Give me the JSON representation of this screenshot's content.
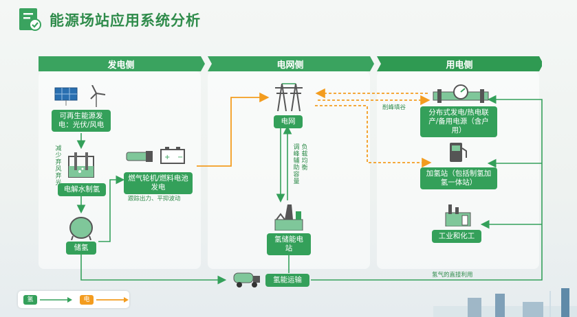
{
  "title": "能源场站应用系统分析",
  "columns": {
    "generation": "发电侧",
    "grid": "电网侧",
    "consumption": "用电侧"
  },
  "nodes": {
    "renewable": "可再生能源发电：光伏/风电",
    "electrolysis": "电解水制氢",
    "storage": "储氢",
    "turbine": "燃气轮机/燃料电池发电",
    "grid": "电网",
    "h2_power_station": "氢储能电站",
    "distributed": "分布式发电/热电联产/备用电源（含户用）",
    "refuel": "加氢站（包括制氢加氢一体站）",
    "industry": "工业和化工",
    "transport": "氢能运输"
  },
  "notes": {
    "curtail": "减少弃风弃光",
    "track": "跟踪出力、平抑波动",
    "peak": "削峰填谷",
    "regulate": "调峰辅助容量",
    "balance": "负载均衡",
    "direct_use": "氢气的直接利用"
  },
  "legend": {
    "hydrogen": "氢",
    "electricity": "电"
  },
  "colors": {
    "green": "#34a05a",
    "orange": "#f39c1f",
    "header_green": "#3aa35f"
  }
}
